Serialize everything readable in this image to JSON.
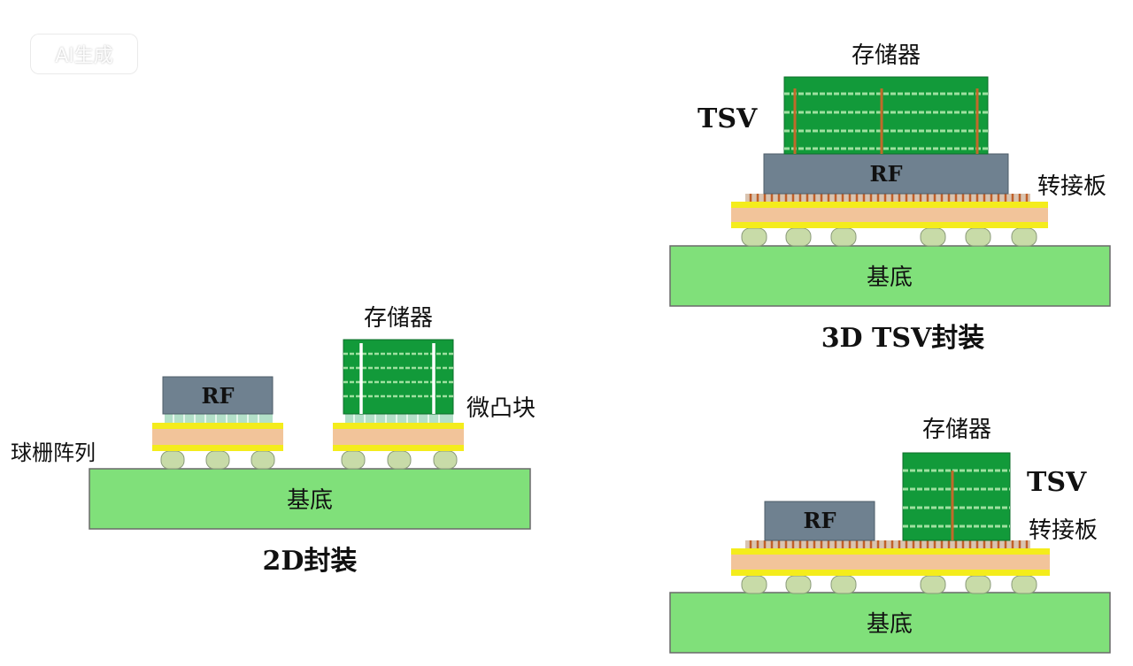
{
  "badge": "AI生成",
  "colors": {
    "substrate": "#80e07a",
    "interposer_core": "#f2c49a",
    "interposer_edge": "#f4ec1c",
    "ball": "#c8dba8",
    "rf_die": "#6f8190",
    "memory_green": "#129a3a",
    "memory_line": "#9fe0a0",
    "tsv": "#c06a2a",
    "micro_bump": "#b3e0c8"
  },
  "panel_2d": {
    "caption": "2D封装",
    "rf_label": "RF",
    "memory_label": "存储器",
    "micro_bump_label": "微凸块",
    "bga_label": "球栅阵列",
    "substrate_label": "基底"
  },
  "panel_3d": {
    "caption": "3D TSV封装",
    "memory_label": "存储器",
    "tsv_label": "TSV",
    "rf_label": "RF",
    "interposer_label": "转接板",
    "substrate_label": "基底"
  },
  "panel_25d": {
    "memory_label": "存储器",
    "tsv_label": "TSV",
    "rf_label": "RF",
    "interposer_label": "转接板",
    "substrate_label": "基底"
  }
}
